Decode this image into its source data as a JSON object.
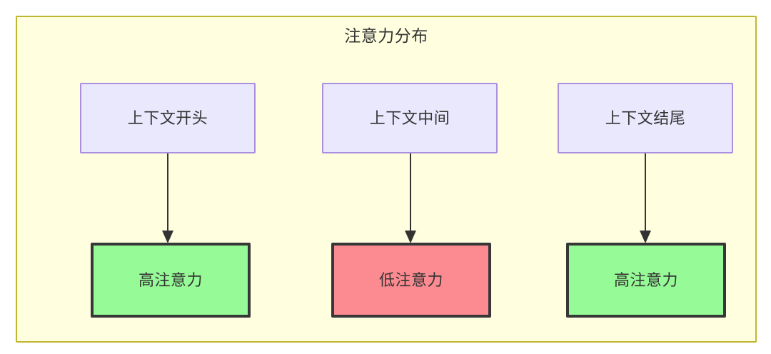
{
  "diagram": {
    "title": "注意力分布",
    "type": "flowchart",
    "container": {
      "name": "attention-distribution-subgraph",
      "fill": "#ffffdf",
      "border": "#bfb62f"
    },
    "palette": {
      "context_fill": "#e9e8fd",
      "context_border": "#aa8ee0",
      "high_attention_fill": "#96fa96",
      "low_attention_fill": "#fb8b91",
      "node_border_dark": "#373737",
      "text": "#333333",
      "edge": "#333333"
    },
    "columns": [
      {
        "id": "start",
        "source": {
          "label": "上下文开头"
        },
        "target": {
          "label": "高注意力",
          "level": "high"
        }
      },
      {
        "id": "middle",
        "source": {
          "label": "上下文中间"
        },
        "target": {
          "label": "低注意力",
          "level": "low"
        }
      },
      {
        "id": "end",
        "source": {
          "label": "上下文结尾"
        },
        "target": {
          "label": "高注意力",
          "level": "high"
        }
      }
    ],
    "edges": [
      {
        "from": "上下文开头",
        "to": "高注意力",
        "arrow": "down-arrow"
      },
      {
        "from": "上下文中间",
        "to": "低注意力",
        "arrow": "down-arrow"
      },
      {
        "from": "上下文结尾",
        "to": "高注意力",
        "arrow": "down-arrow"
      }
    ]
  }
}
